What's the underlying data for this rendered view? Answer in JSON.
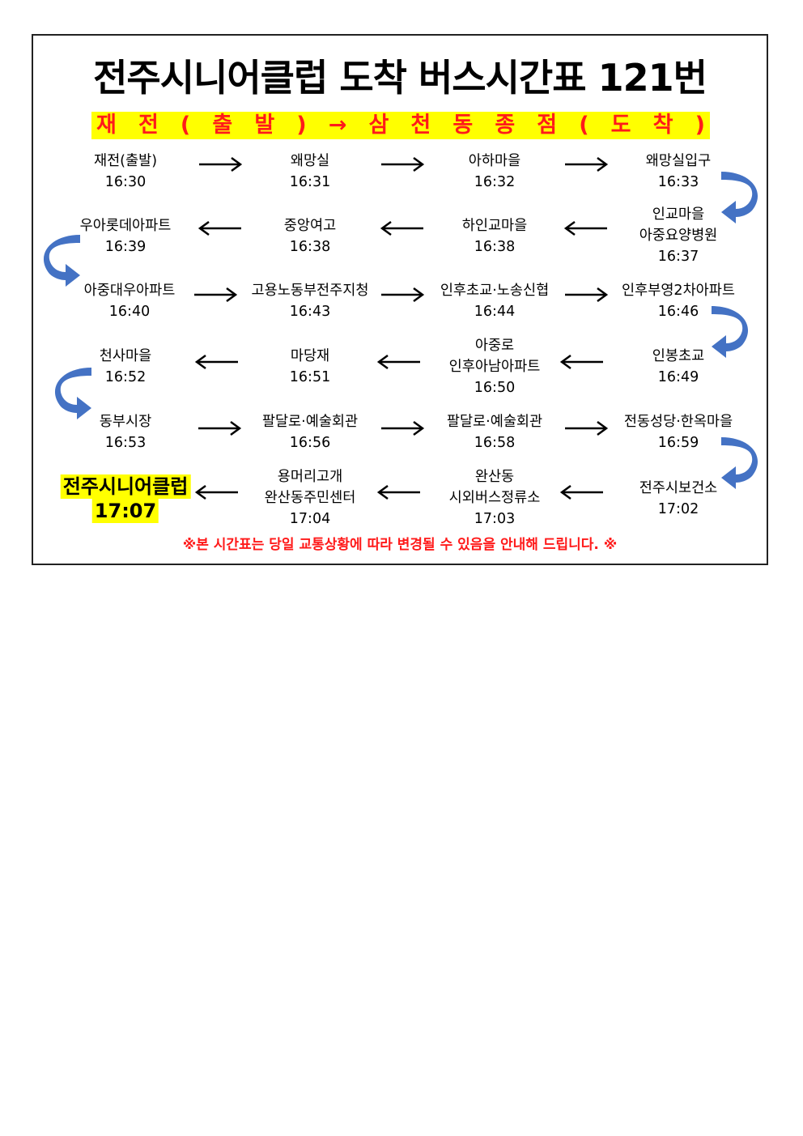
{
  "title": "전주시니어클럽 도착 버스시간표 121번",
  "route_banner": [
    "재",
    "전",
    "(",
    "출",
    "발",
    ")",
    "→",
    "삼",
    "천",
    "동",
    "종",
    "점",
    "(",
    "도",
    "착",
    ")"
  ],
  "stops": [
    {
      "name": "재전(출발)",
      "time": "16:30"
    },
    {
      "name": "왜망실",
      "time": "16:31"
    },
    {
      "name": "아하마을",
      "time": "16:32"
    },
    {
      "name": "왜망실입구",
      "time": "16:33"
    },
    {
      "name": "인교마을",
      "name2": "아중요양병원",
      "time": "16:37"
    },
    {
      "name": "하인교마을",
      "time": "16:38"
    },
    {
      "name": "중앙여고",
      "time": "16:38"
    },
    {
      "name": "우아롯데아파트",
      "time": "16:39"
    },
    {
      "name": "아중대우아파트",
      "time": "16:40"
    },
    {
      "name": "고용노동부전주지청",
      "time": "16:43"
    },
    {
      "name": "인후초교·노송신협",
      "time": "16:44"
    },
    {
      "name": "인후부영2차아파트",
      "time": "16:46"
    },
    {
      "name": "인봉초교",
      "time": "16:49"
    },
    {
      "name": "아중로",
      "name2": "인후아남아파트",
      "time": "16:50"
    },
    {
      "name": "마당재",
      "time": "16:51"
    },
    {
      "name": "천사마을",
      "time": "16:52"
    },
    {
      "name": "동부시장",
      "time": "16:53"
    },
    {
      "name": "팔달로·예술회관",
      "time": "16:56"
    },
    {
      "name": "팔달로·예술회관",
      "time": "16:58"
    },
    {
      "name": "전동성당·한옥마을",
      "time": "16:59"
    },
    {
      "name": "전주시보건소",
      "time": "17:02"
    },
    {
      "name": "완산동",
      "name2": "시외버스정류소",
      "time": "17:03"
    },
    {
      "name": "용머리고개",
      "name2": "완산동주민센터",
      "time": "17:04"
    }
  ],
  "final_stop": {
    "name": "전주시니어클럽",
    "time": "17:07"
  },
  "notice": "※본 시간표는 당일 교통상황에 따라 변경될 수 있음을 안내해 드립니다. ※",
  "colors": {
    "highlight": "#ffff00",
    "red": "#ff1a1a",
    "curve_arrow": "#4472c4"
  }
}
